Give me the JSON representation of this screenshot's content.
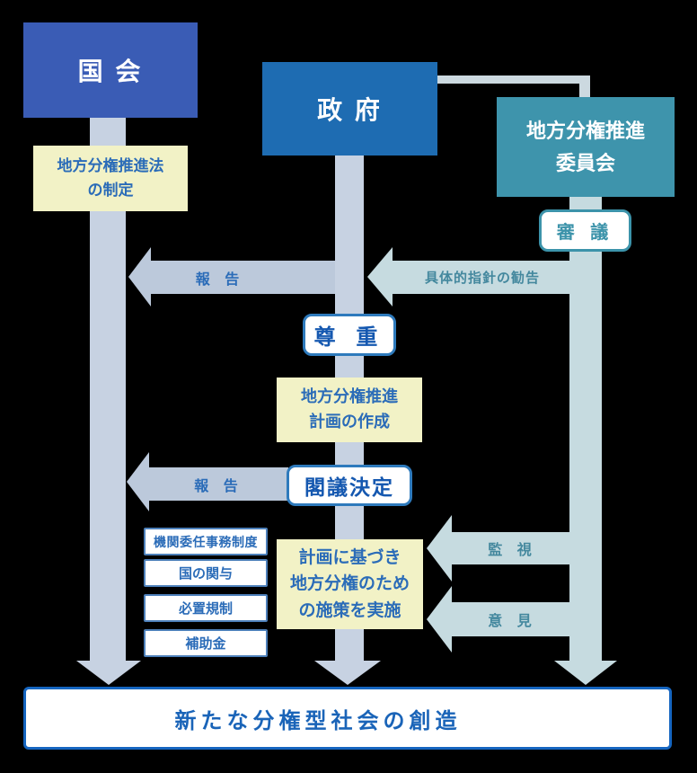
{
  "boxes": {
    "kokkai": {
      "label": "国 会"
    },
    "seifu": {
      "label": "政 府"
    },
    "iinkai": {
      "line1": "地方分権推進",
      "line2": "委員会"
    },
    "yellow1": {
      "line1": "地方分権推進法",
      "line2": "の制定"
    },
    "shingi": {
      "label": "審 議"
    },
    "soncho": {
      "label": "尊 重"
    },
    "yellow2": {
      "line1": "地方分権推進",
      "line2": "計画の作成"
    },
    "kakugi": {
      "label": "閣議決定"
    },
    "items": {
      "item1": "機関委任事務制度",
      "item2": "国の関与",
      "item3": "必置規制",
      "item4": "補助金"
    },
    "yellow3": {
      "line1": "計画に基づき",
      "line2": "地方分権のため",
      "line3": "の施策を実施"
    },
    "goal": {
      "label": "新たな分権型社会の創造"
    }
  },
  "arrows": {
    "hokoku1": {
      "label": "報 告"
    },
    "shishin": {
      "label": "具体的指針の勧告"
    },
    "hokoku2": {
      "label": "報 告"
    },
    "kanshi": {
      "label": "監 視"
    },
    "iken": {
      "label": "意 見"
    }
  },
  "colors": {
    "background": "#000000",
    "kokkai_fill": "#3a5cb5",
    "seifu_fill": "#1e6cb2",
    "iinkai_fill": "#3e94ac",
    "band_vertical": "#c7d2e2",
    "band_horizontal": "#bcc9db",
    "band_pale": "#c6dbe0",
    "yellow_fill": "#f2f2c6",
    "text_blue": "#2b6cb8",
    "text_dark_blue": "#1558b0",
    "text_teal": "#44889e",
    "border_blue": "#2e7abc",
    "border_teal": "#3c93aa",
    "border_goal": "#1565c0"
  }
}
